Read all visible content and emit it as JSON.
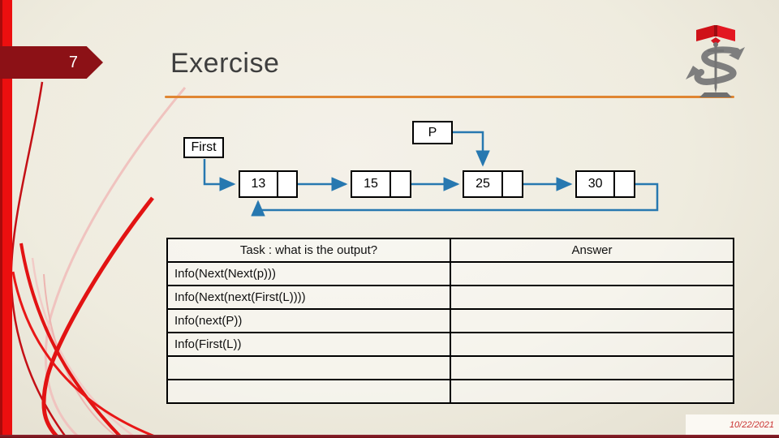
{
  "slide": {
    "number": "7",
    "title": "Exercise",
    "date": "10/22/2021"
  },
  "colors": {
    "accent_blue": "#2778b0",
    "bar_red": "#ec0f0f",
    "pennant_maroon": "#8c1116",
    "rule_orange": "#e08632",
    "date_red": "#c9302f"
  },
  "diagram": {
    "first_label": "First",
    "p_label": "P",
    "nodes": [
      {
        "value": "13"
      },
      {
        "value": "15"
      },
      {
        "value": "25"
      },
      {
        "value": "30"
      }
    ]
  },
  "table": {
    "headers": {
      "task": "Task : what is the output?",
      "answer": "Answer"
    },
    "rows": [
      {
        "task": "Info(Next(Next(p)))",
        "answer": ""
      },
      {
        "task": "Info(Next(next(First(L))))",
        "answer": ""
      },
      {
        "task": "Info(next(P))",
        "answer": ""
      },
      {
        "task": "Info(First(L))",
        "answer": ""
      },
      {
        "task": "",
        "answer": ""
      },
      {
        "task": "",
        "answer": ""
      }
    ]
  }
}
